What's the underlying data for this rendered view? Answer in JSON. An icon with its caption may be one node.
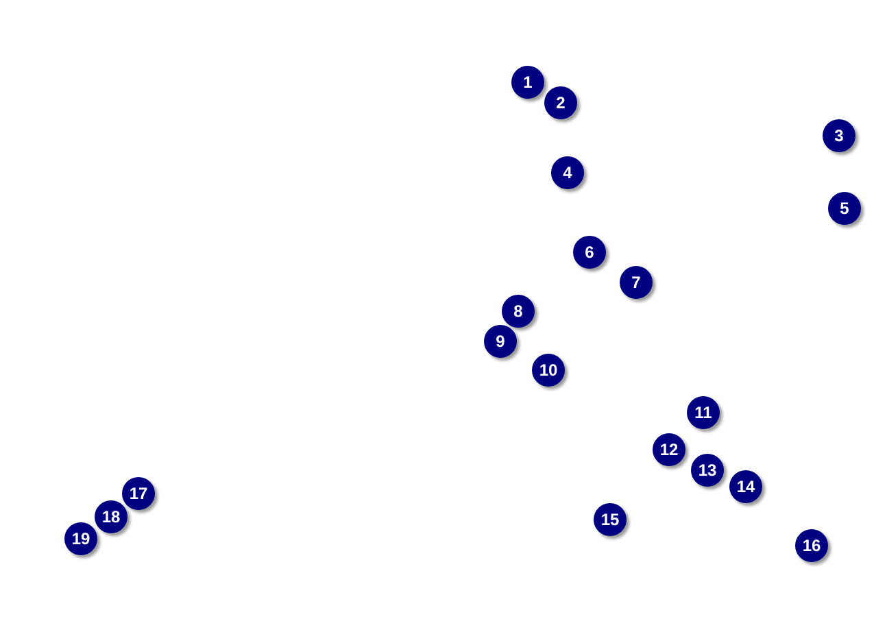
{
  "diagram": {
    "labels": [
      "1",
      "2",
      "3",
      "4",
      "5",
      "6",
      "7",
      "8",
      "9",
      "10",
      "11",
      "12",
      "13",
      "14",
      "15",
      "16",
      "17",
      "18",
      "19"
    ]
  }
}
